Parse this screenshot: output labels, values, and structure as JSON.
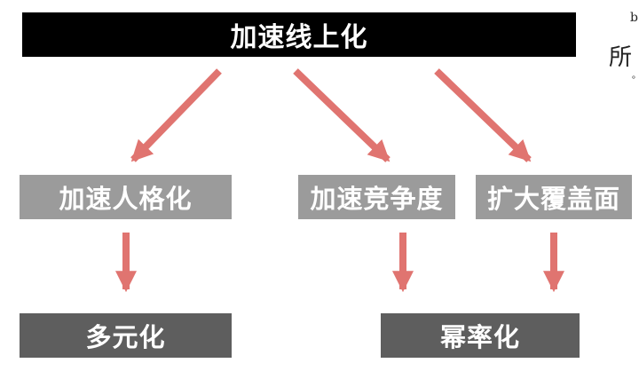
{
  "colors": {
    "arrow": "#e07470",
    "root_bg": "#000000",
    "mid_bg": "#9b9b9b",
    "bottom_bg": "#5e5e5e"
  },
  "root": {
    "label": "加速线上化"
  },
  "level2": [
    {
      "label": "加速人格化"
    },
    {
      "label": "加速竞争度"
    },
    {
      "label": "扩大覆盖面"
    }
  ],
  "level3": [
    {
      "label": "多元化"
    },
    {
      "label": "幂率化"
    }
  ],
  "corner": {
    "letter": "b",
    "glyph": "所",
    "dot": "。"
  }
}
